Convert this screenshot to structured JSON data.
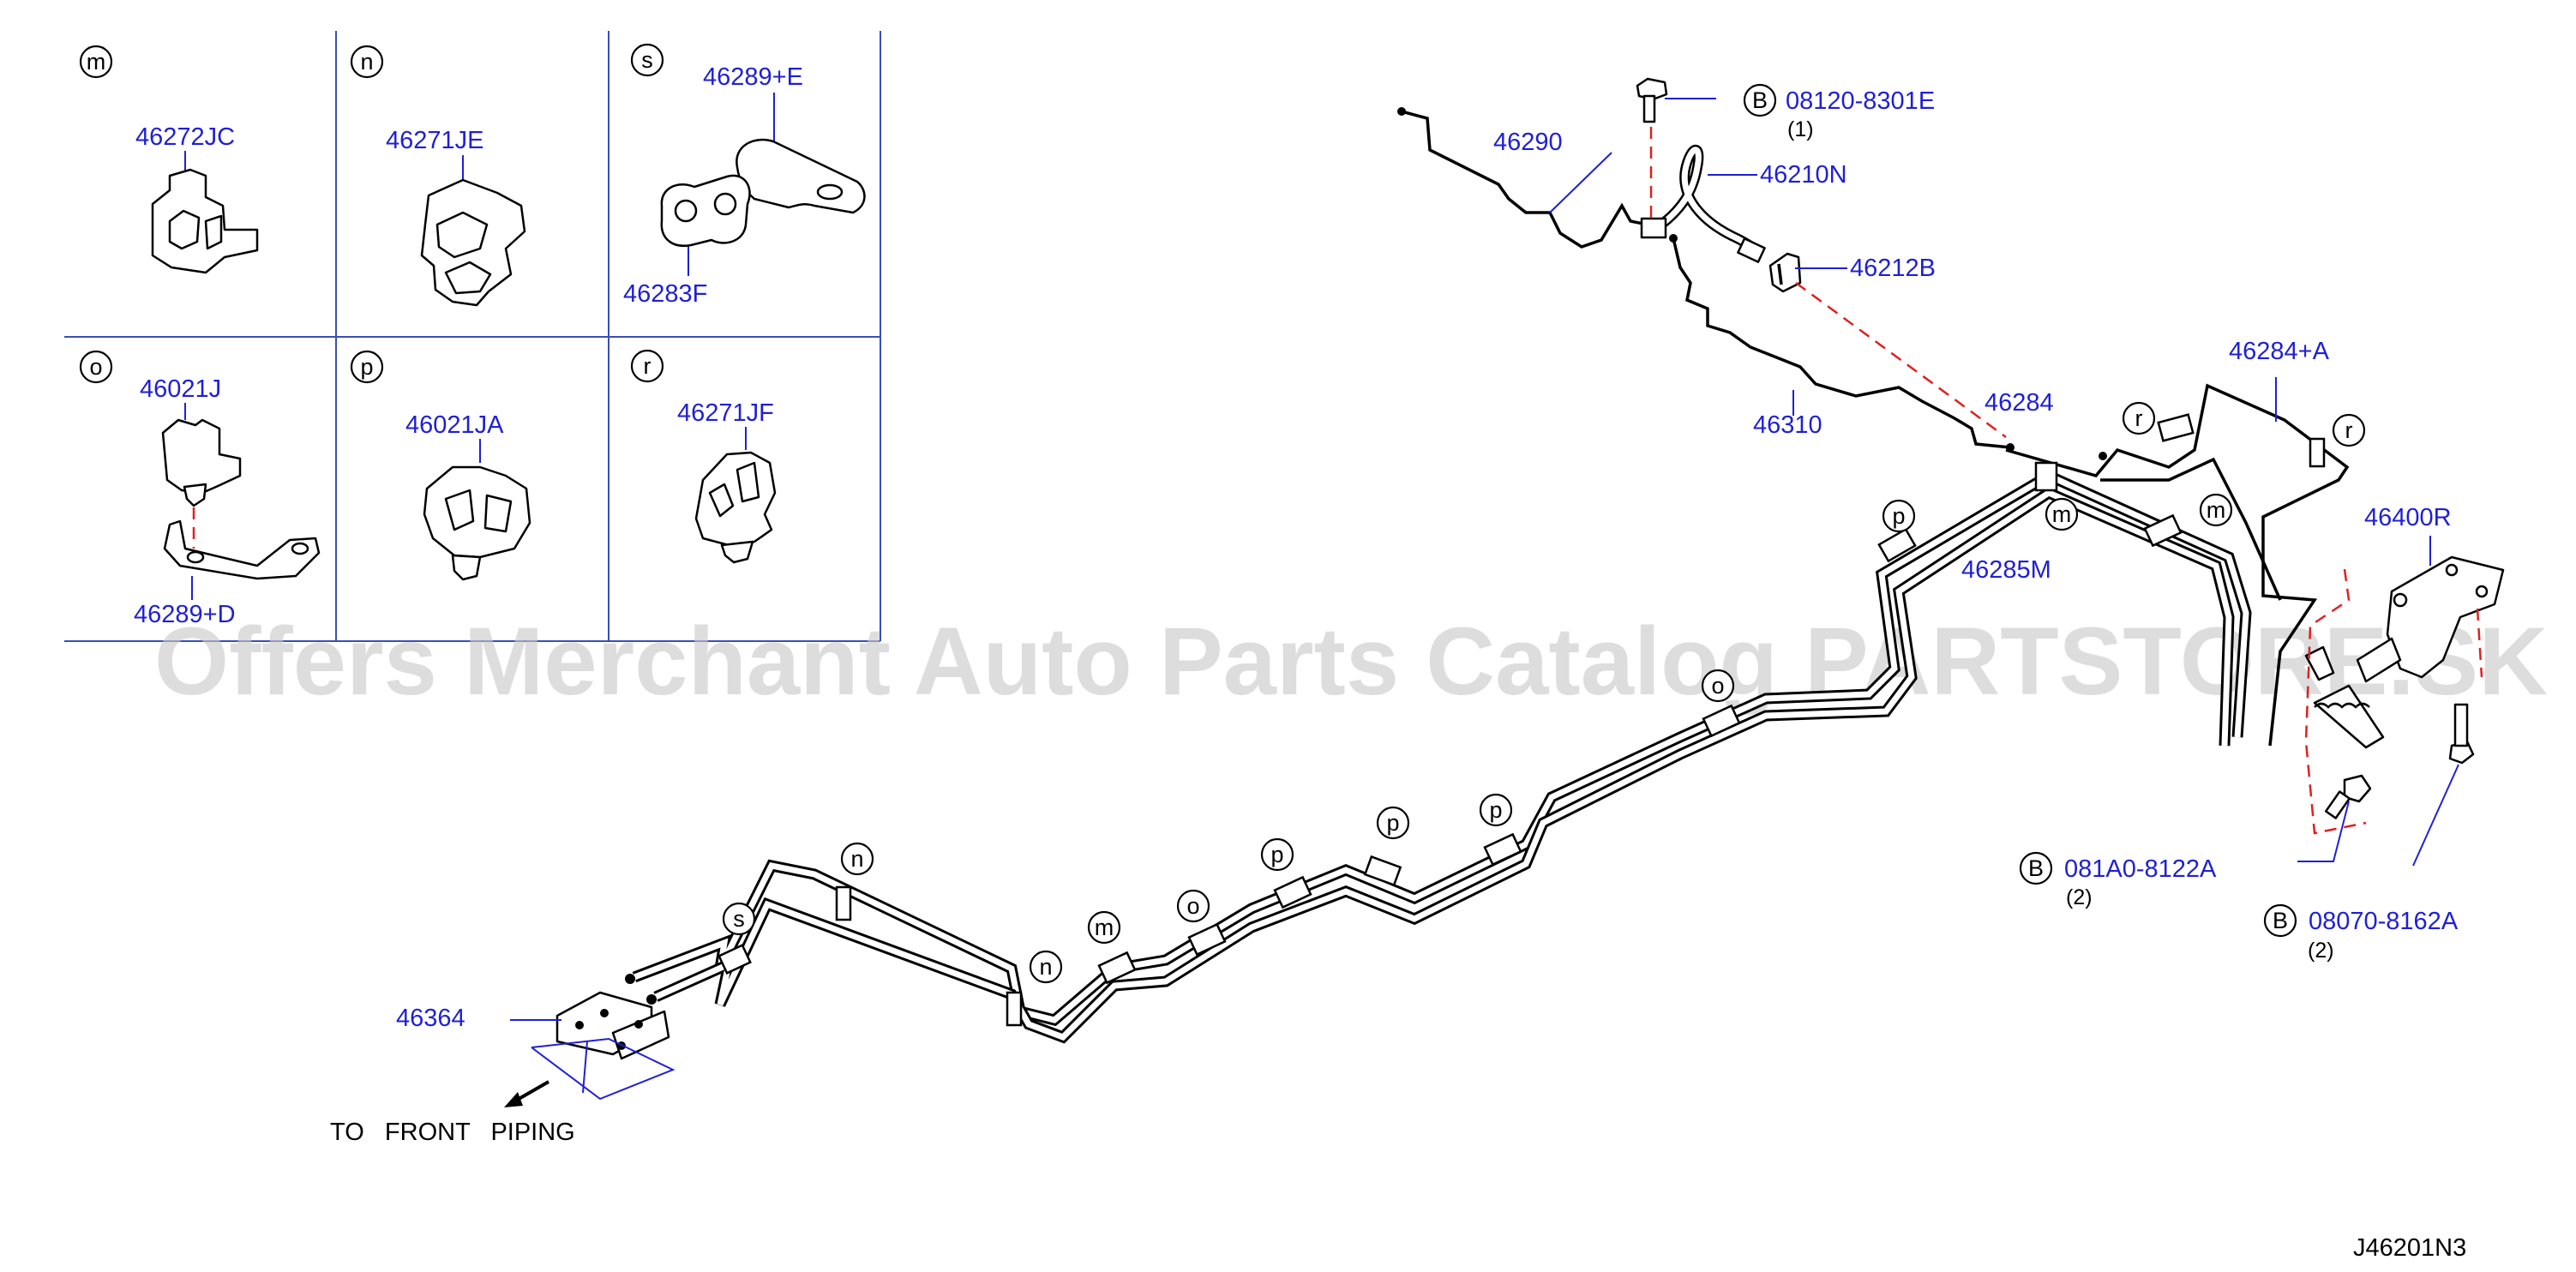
{
  "legend": {
    "cells": [
      {
        "letter": "m",
        "parts": [
          "46272JC"
        ]
      },
      {
        "letter": "n",
        "parts": [
          "46271JE"
        ]
      },
      {
        "letter": "s",
        "parts": [
          "46289+E",
          "46283F"
        ]
      },
      {
        "letter": "o",
        "parts": [
          "46021J",
          "46289+D"
        ]
      },
      {
        "letter": "p",
        "parts": [
          "46021JA"
        ]
      },
      {
        "letter": "r",
        "parts": [
          "46271JF"
        ]
      }
    ]
  },
  "callouts": {
    "p46290": "46290",
    "p46210N": "46210N",
    "p46212B": "46212B",
    "p46310": "46310",
    "p46284": "46284",
    "p46284A": "46284+A",
    "p46400R": "46400R",
    "p46285M": "46285M",
    "p46364": "46364",
    "bolt1": {
      "marker": "B",
      "part": "08120-8301E",
      "qty": "(1)"
    },
    "bolt2": {
      "marker": "B",
      "part": "081A0-8122A",
      "qty": "(2)"
    },
    "bolt3": {
      "marker": "B",
      "part": "08070-8162A",
      "qty": "(2)"
    }
  },
  "clip_letters": [
    "s",
    "n",
    "n",
    "m",
    "o",
    "p",
    "p",
    "p",
    "o",
    "p",
    "m",
    "m",
    "r",
    "r"
  ],
  "note": "TO   FRONT   PIPING",
  "watermark": "Offers Merchant Auto Parts Catalog PARTSTORE.SK",
  "drawing_code": "J46201N3"
}
